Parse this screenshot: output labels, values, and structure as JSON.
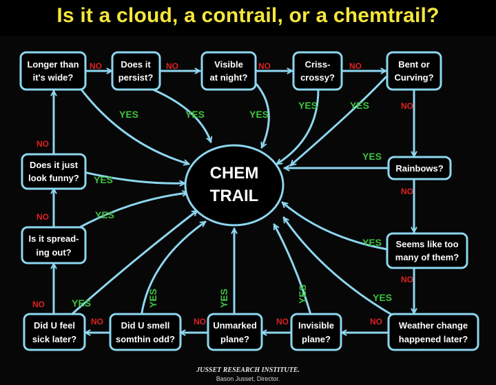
{
  "title": "Is it a cloud, a contrail, or a chemtrail?",
  "center": {
    "line1": "CHEM",
    "line2": "TRAIL"
  },
  "nodes": {
    "longer": [
      "Longer than",
      "it's wide?"
    ],
    "persist": [
      "Does it",
      "persist?"
    ],
    "night": [
      "Visible",
      "at night?"
    ],
    "criss": [
      "Criss-",
      "crossy?"
    ],
    "bent": [
      "Bent or",
      "Curving?"
    ],
    "rainbows": [
      "Rainbows?"
    ],
    "toomany": [
      "Seems like too",
      "many of them?"
    ],
    "weather": [
      "Weather change",
      "happened later?"
    ],
    "invisible": [
      "Invisible",
      "plane?"
    ],
    "unmarked": [
      "Unmarked",
      "plane?"
    ],
    "smell": [
      "Did U smell",
      "somthin odd?"
    ],
    "sick": [
      "Did U feel",
      "sick later?"
    ],
    "spread": [
      "Is it spread-",
      "ing out?"
    ],
    "funny": [
      "Does it just",
      "look funny?"
    ]
  },
  "labels": {
    "yes": "YES",
    "no": "NO"
  },
  "footer": {
    "line1": "JUSSET RESEARCH INSTITUTE.",
    "line2": "Bason Jusset, Director."
  },
  "colors": {
    "title": "#f5e63c",
    "lines": "#8ed7f0",
    "yes": "#3fc43f",
    "no": "#e02020"
  }
}
